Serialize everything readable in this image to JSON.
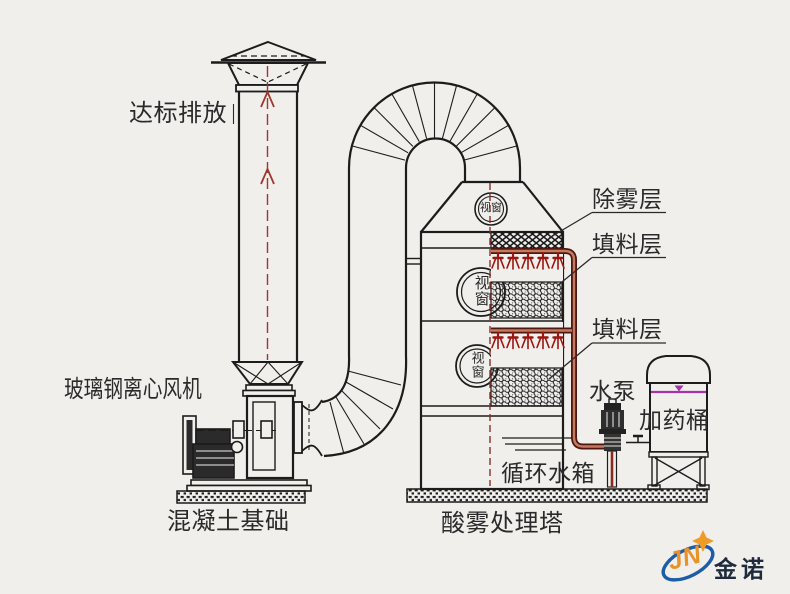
{
  "labels": {
    "discharge": "达标排放",
    "fan": "玻璃钢离心风机",
    "foundation_left": "混凝土基础",
    "tower": "酸雾处理塔",
    "demister": "除雾层",
    "packing_upper": "填料层",
    "packing_lower": "填料层",
    "pump": "水泵",
    "dosing_tank": "加药桶",
    "circulating_tank": "循环水箱",
    "viewport_top": "视窗",
    "viewport_middle": "视窗",
    "viewport_bottom": "视窗"
  },
  "logo": {
    "initials": "JN",
    "name": "金诺"
  },
  "colors": {
    "paper": "#f0efec",
    "line": "#1c1c1c",
    "pipe_dark_red": "#4e1712",
    "pipe_core": "#c47a5e",
    "flow_red": "#a0362c",
    "nozzle_red": "#9c150f",
    "level_purple": "#a832a8",
    "logo_blue": "#1d5ca6",
    "logo_orange": "#ee9522"
  }
}
